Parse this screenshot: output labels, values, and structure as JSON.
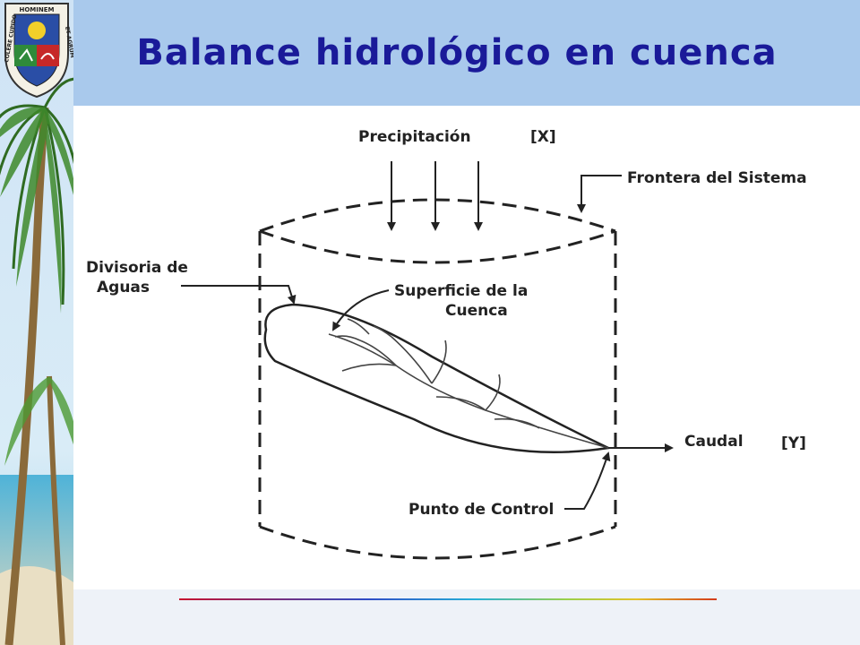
{
  "slide": {
    "title": "Balance hidrológico en cuenca",
    "logo_text_top": "HOMINEM",
    "logo_text_left": "COLERE CUPIDO",
    "logo_text_right": "ET AGRUM"
  },
  "diagram": {
    "precipitation_label": "Precipitación",
    "precipitation_symbol": "[X]",
    "boundary_label": "Frontera del Sistema",
    "divide_label_line1": "Divisoria de",
    "divide_label_line2": "Aguas",
    "surface_label_line1": "Superficie de la",
    "surface_label_line2": "Cuenca",
    "outflow_label": "Caudal",
    "outflow_symbol": "[Y]",
    "control_point_label": "Punto de Control"
  },
  "colors": {
    "title": "#1a1a99",
    "header_band": "#a9c9ec"
  }
}
